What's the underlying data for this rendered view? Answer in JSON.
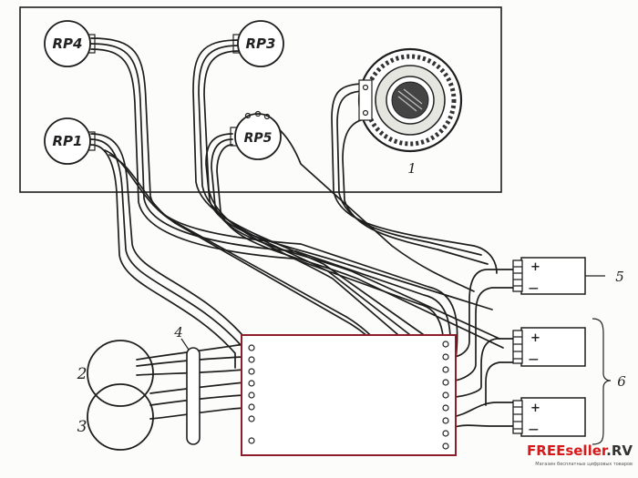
{
  "components": {
    "rp4": "RP4",
    "rp3": "RP3",
    "rp1": "RP1",
    "rp5": "RP5",
    "speaker": "1",
    "coil_top": "2",
    "coil_bottom": "3",
    "clamp": "4",
    "battery_single": "5",
    "battery_group": "6"
  },
  "polarity": {
    "plus": "+",
    "minus": "—"
  },
  "watermark": {
    "brand_red": "FREEseller",
    "brand_dark": ".RV",
    "tagline": "Магазин бесплатных цифровых товаров"
  },
  "colors": {
    "board_outline": "#8c1d2b",
    "brand_red": "#d41a1a"
  }
}
